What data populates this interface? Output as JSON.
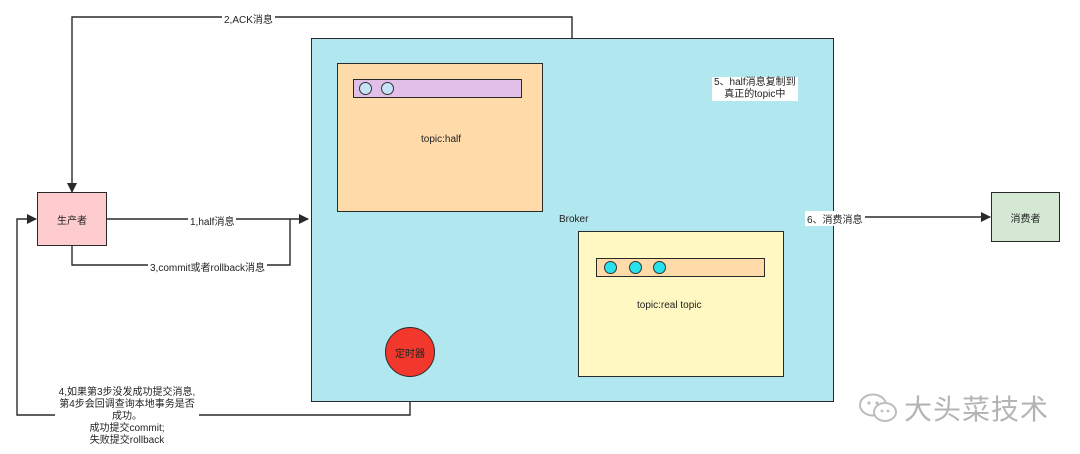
{
  "nodes": {
    "producer": "生产者",
    "consumer": "消费者",
    "broker": "Broker",
    "topic_half": "topic:half",
    "topic_real": "topic:real topic",
    "timer": "定时器"
  },
  "edges": {
    "step1": "1,half消息",
    "step2": "2,ACK消息",
    "step3": "3,commit或者rollback消息",
    "step4_lines": [
      "4,如果第3步没发成功提交消息,",
      "第4步会回调查询本地事务是否",
      "成功。",
      "成功提交commit;",
      "失败提交rollback"
    ],
    "step5_lines": [
      "5、half消息复制到",
      "真正的topic中"
    ],
    "step6": "6、消费消息"
  },
  "watermark": "大头菜技术",
  "colors": {
    "broker": "#b1e8ef",
    "topic_half": "#fedba9",
    "topic_real": "#fff8c2",
    "queue_half": "#e1bfe9",
    "queue_real": "#fedba9",
    "producer": "#fecccf",
    "consumer": "#d5e8d4",
    "timer": "#f2382c",
    "msg_half": "#c6e3f8",
    "msg_real": "#27e1ec"
  }
}
